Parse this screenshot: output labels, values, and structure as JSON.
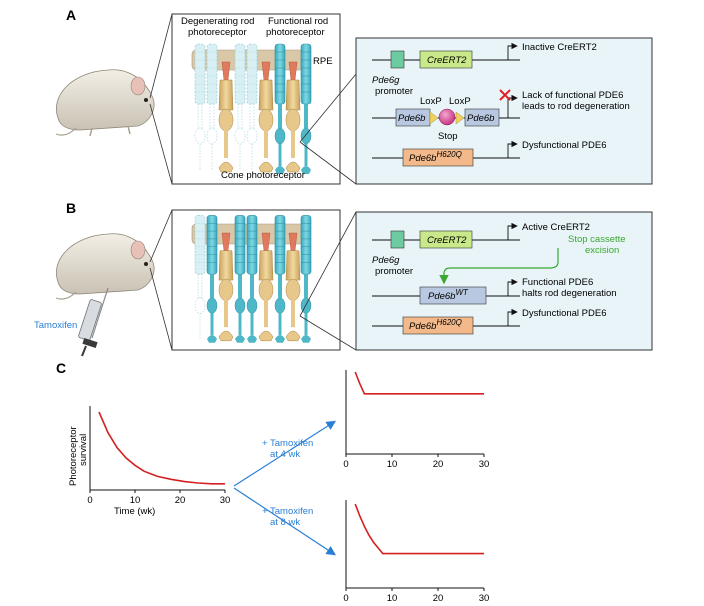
{
  "panels": {
    "a": {
      "letter": "A"
    },
    "b": {
      "letter": "B"
    },
    "c": {
      "letter": "C"
    }
  },
  "retina": {
    "degenerating_rod": [
      "Degenerating rod",
      "photoreceptor"
    ],
    "functional_rod": [
      "Functional rod",
      "photoreceptor"
    ],
    "rpe": "RPE",
    "cone": "Cone photoreceptor"
  },
  "genetics_a": {
    "promoter_gene": "Pde6g",
    "promoter_word": "promoter",
    "creert2": "CreERT2",
    "inactive": "Inactive CreERT2",
    "loxp_left": "LoxP",
    "loxp_right": "LoxP",
    "stop": "Stop",
    "pde6b_left": "Pde6b",
    "pde6b_right": "Pde6b",
    "lack_line1": "Lack of functional PDE6",
    "lack_line2": "leads to rod degeneration",
    "h620q_base": "Pde6b",
    "h620q_sup": "H620Q",
    "dysfunctional": "Dysfunctional PDE6"
  },
  "genetics_b": {
    "promoter_gene": "Pde6g",
    "promoter_word": "promoter",
    "creert2": "CreERT2",
    "active": "Active CreERT2",
    "excision_line1": "Stop cassette",
    "excision_line2": "excision",
    "wt_base": "Pde6b",
    "wt_sup": "WT",
    "functional_line1": "Functional PDE6",
    "functional_line2": "halts rod degeneration",
    "h620q_base": "Pde6b",
    "h620q_sup": "H620Q",
    "dysfunctional": "Dysfunctional PDE6"
  },
  "tamoxifen_label": "Tamoxifen",
  "arrow_labels": {
    "four_wk": [
      "+ Tamoxifen",
      "at 4 wk"
    ],
    "eight_wk": [
      "+ Tamoxifen",
      "at 8 wk"
    ]
  },
  "colors": {
    "curve": "#d42020",
    "blue_text": "#2a7fd4",
    "green_text": "#3aa832",
    "panel_bg": "#e8f4f8",
    "rod": "#5bc4d4",
    "rod_light": "#bfe6ee",
    "cone_body": "#e8c88a",
    "cone_outer": "#e07a5f",
    "rpe": "#d8c8a8",
    "promoter_box": "#6ccba0",
    "creert2_box": "#c9e88a",
    "pde6b_box": "#b8c8e0",
    "h620q_box": "#f3b98a",
    "stop_circle": "#d4488c",
    "x_mark": "#e02020"
  },
  "chart_data": [
    {
      "type": "line",
      "title": "",
      "xlabel": "Time (wk)",
      "ylabel": "Photoreceptor survival",
      "xticks": [
        0,
        10,
        20,
        30
      ],
      "xlim": [
        0,
        30
      ],
      "series": [
        {
          "x": [
            2,
            4,
            6,
            8,
            10,
            12,
            15,
            18,
            21,
            24,
            27,
            30
          ],
          "y": [
            1.0,
            0.72,
            0.52,
            0.38,
            0.28,
            0.2,
            0.13,
            0.09,
            0.06,
            0.04,
            0.03,
            0.03
          ]
        }
      ]
    },
    {
      "type": "line",
      "title": "",
      "xlabel": "",
      "ylabel": "",
      "xticks": [
        0,
        10,
        20,
        30
      ],
      "xlim": [
        0,
        30
      ],
      "series": [
        {
          "x": [
            2,
            3,
            4,
            10,
            20,
            30
          ],
          "y": [
            1.0,
            0.85,
            0.72,
            0.72,
            0.72,
            0.72
          ]
        }
      ]
    },
    {
      "type": "line",
      "title": "",
      "xlabel": "",
      "ylabel": "",
      "xticks": [
        0,
        10,
        20,
        30
      ],
      "xlim": [
        0,
        30
      ],
      "series": [
        {
          "x": [
            2,
            3,
            4,
            5,
            6,
            7,
            8,
            10,
            20,
            30
          ],
          "y": [
            1.0,
            0.85,
            0.72,
            0.61,
            0.52,
            0.45,
            0.38,
            0.38,
            0.38,
            0.38
          ]
        }
      ]
    }
  ]
}
